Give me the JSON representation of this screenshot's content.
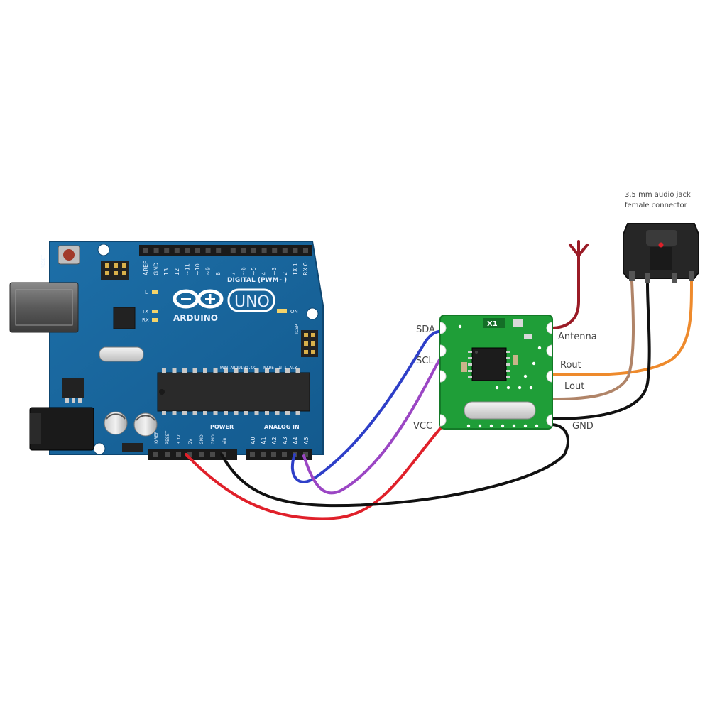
{
  "arduino": {
    "brand": "ARDUINO",
    "model": "UNO",
    "digital_header": "DIGITAL (PWM~)",
    "power_header": "POWER",
    "analog_header": "ANALOG IN",
    "website": "WWW.ARDUINO.CC - MADE IN ITALY",
    "digital_pins": [
      "AREF",
      "GND",
      "13",
      "12",
      "~11",
      "~10",
      "~9",
      "8",
      "7",
      "~6",
      "~5",
      "4",
      "~3",
      "2",
      "TX 1",
      "RX 0"
    ],
    "power_pins": [
      "IOREF",
      "RESET",
      "3.3V",
      "5V",
      "GND",
      "GND",
      "Vin"
    ],
    "analog_pins": [
      "A0",
      "A1",
      "A2",
      "A3",
      "A4",
      "A5"
    ],
    "led_labels": [
      "L",
      "TX",
      "RX",
      "ON"
    ],
    "icsp_label": "ICSP",
    "reset_label": "RESET"
  },
  "module": {
    "crystal_label": "X1",
    "pins_left": [
      "SDA",
      "SCL",
      "VCC"
    ],
    "pins_right": [
      "Antenna",
      "Rout",
      "Lout",
      "GND"
    ]
  },
  "jack": {
    "caption_line1": "3.5 mm audio jack",
    "caption_line2": "female connector"
  },
  "wire_colors": {
    "sda": "#2e3fc8",
    "scl": "#9b46c4",
    "vcc": "#e0202a",
    "gnd": "#111111",
    "antenna": "#9a1b26",
    "rout": "#ee8a2c",
    "lout": "#b08468"
  }
}
